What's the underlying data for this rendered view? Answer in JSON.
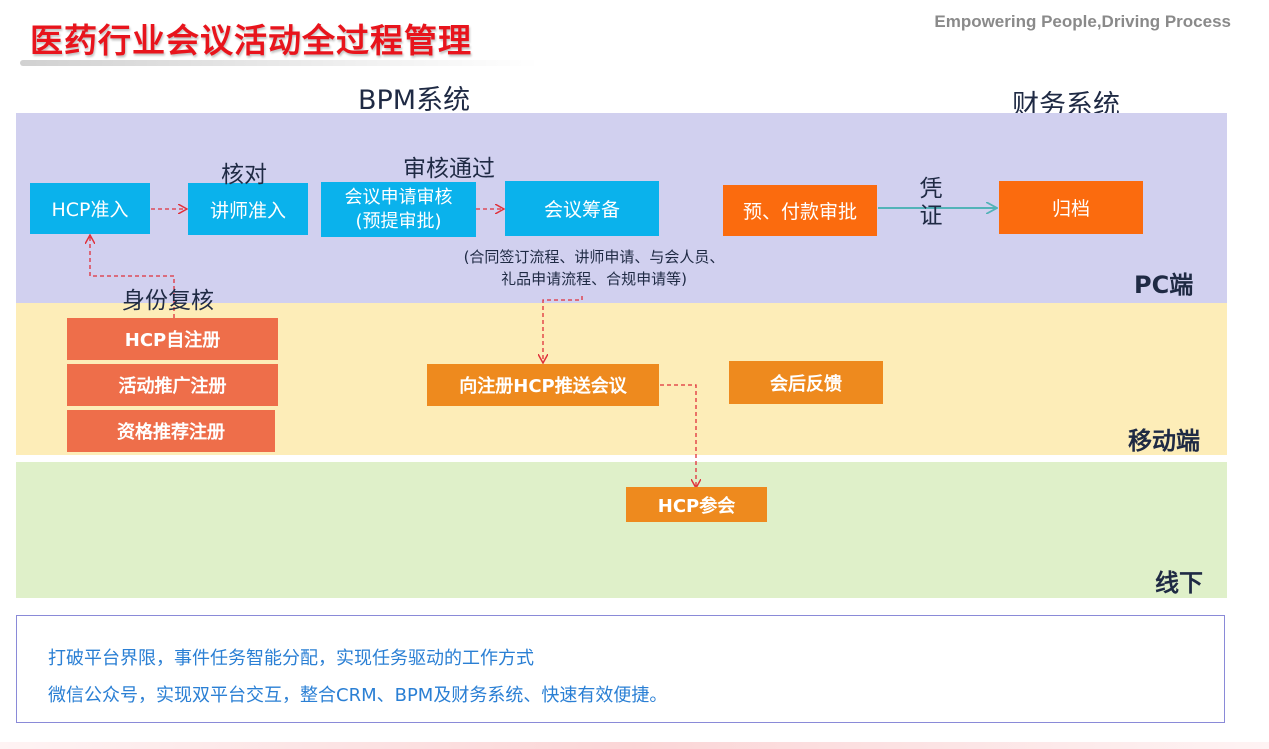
{
  "header": {
    "title": "医药行业会议活动全过程管理",
    "tagline": "Empowering People,Driving Process"
  },
  "systems": {
    "bpm": "BPM系统",
    "finance": "财务系统"
  },
  "bands": {
    "pc": "PC端",
    "mobile": "移动端",
    "offline": "线下"
  },
  "pc_flow": {
    "hcp_admission": "HCP准入",
    "speaker_admission": "讲师准入",
    "meeting_apply_line1": "会议申请审核",
    "meeting_apply_line2": "(预提审批)",
    "meeting_prep": "会议筹备",
    "payment_approval": "预、付款审批",
    "archive": "归档",
    "label_verify": "核对",
    "label_approved": "审核通过",
    "label_voucher": "凭\n证",
    "label_identity": "身份复核",
    "note_line1": "(合同签订流程、讲师申请、与会人员、",
    "note_line2": "礼品申请流程、合规申请等)"
  },
  "mobile_flow": {
    "self_register": "HCP自注册",
    "promo_register": "活动推广注册",
    "qualify_register": "资格推荐注册",
    "push_meeting": "向注册HCP推送会议",
    "feedback": "会后反馈"
  },
  "offline_flow": {
    "attend": "HCP参会"
  },
  "description": {
    "line1": "打破平台界限，事件任务智能分配，实现任务驱动的工作方式",
    "line2": "微信公众号，实现双平台交互，整合CRM、BPM及财务系统、快速有效便捷。"
  },
  "colors": {
    "title_red": "#e8141c",
    "box_blue": "#0ab2ec",
    "box_orange": "#fb6b0e",
    "box_salmon": "#ee6e4a",
    "box_amber": "#ee8a1e",
    "band_pc": "#d1d0ef",
    "band_mobile": "#fdedb8",
    "band_offline": "#dff0c9",
    "arrow_red": "#e0303a",
    "arrow_teal": "#52b3b8"
  }
}
